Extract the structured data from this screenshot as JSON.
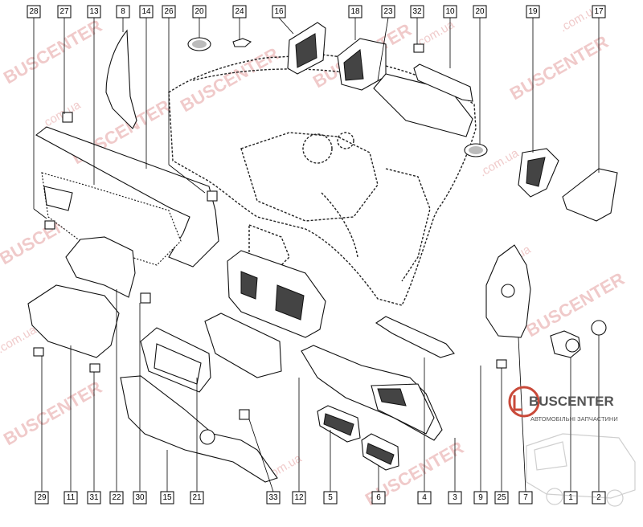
{
  "diagram": {
    "callouts_top": [
      "28",
      "27",
      "13",
      "8",
      "14",
      "26",
      "20",
      "24",
      "16",
      "18",
      "23",
      "32",
      "10",
      "20",
      "19",
      "17"
    ],
    "callouts_bottom": [
      "29",
      "11",
      "31",
      "22",
      "30",
      "15",
      "21",
      "33",
      "12",
      "5",
      "6",
      "4",
      "3",
      "9",
      "25",
      "7",
      "1",
      "2"
    ]
  },
  "brand": {
    "name": "BUSCENTER",
    "tagline": "АВТОМОБІЛЬНІ ЗАПЧАСТИНИ",
    "watermark_domain": ".com.ua",
    "accent_color": "#c94a3a",
    "watermark_color": "#e4a0a0"
  }
}
